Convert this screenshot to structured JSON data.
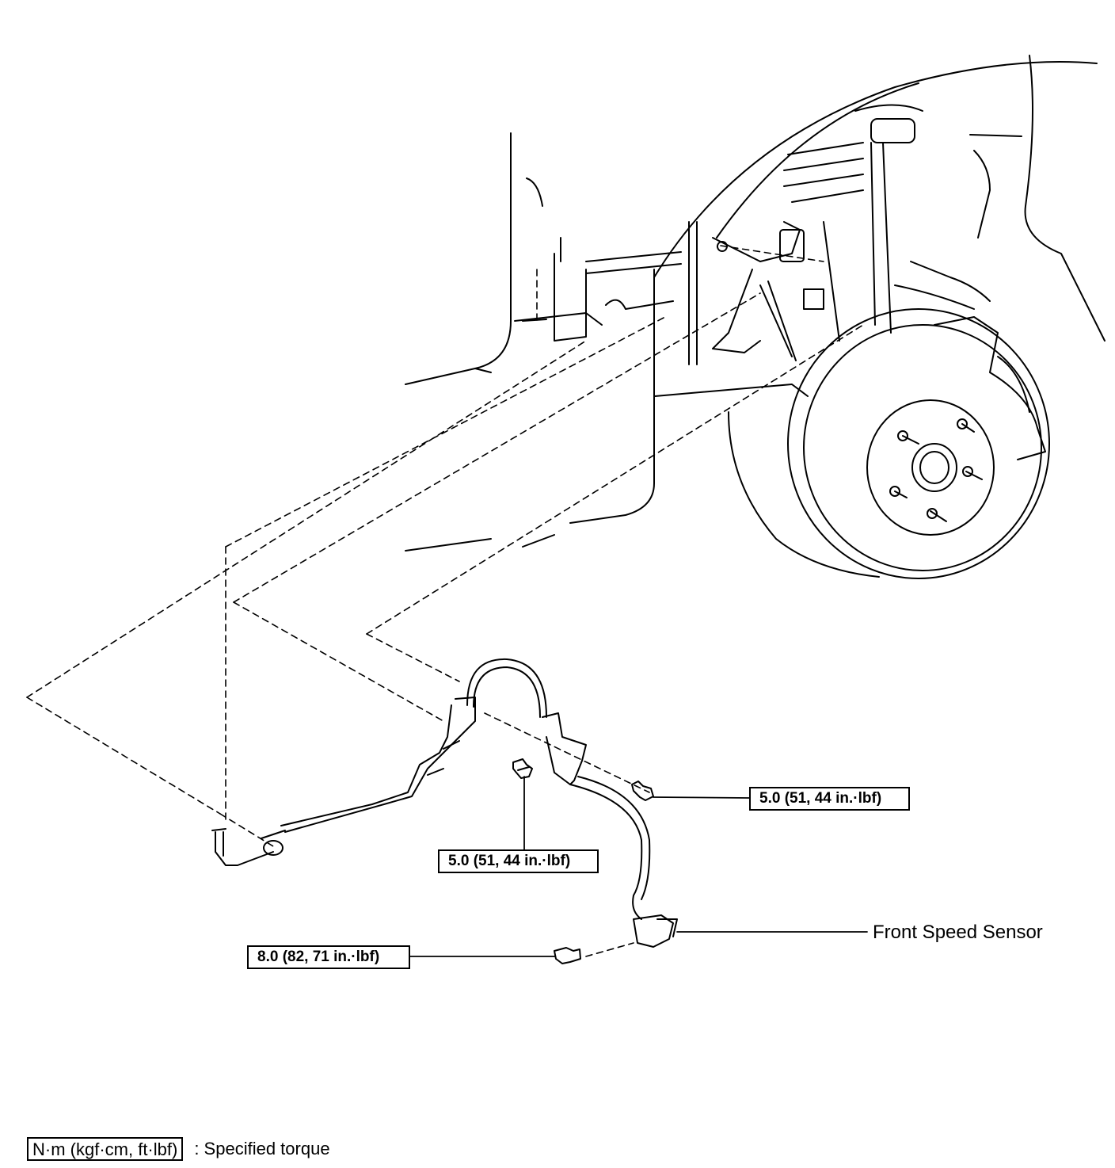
{
  "diagram": {
    "labels": {
      "front_speed_sensor": "Front Speed Sensor"
    },
    "torque_specs": {
      "upper_right": "5.0 (51, 44 in.·lbf)",
      "middle": "5.0 (51, 44 in.·lbf)",
      "lower_left": "8.0 (82, 71 in.·lbf)"
    },
    "legend": {
      "unit": "N·m (kgf·cm, ft·lbf)",
      "text": ": Specified torque"
    }
  }
}
